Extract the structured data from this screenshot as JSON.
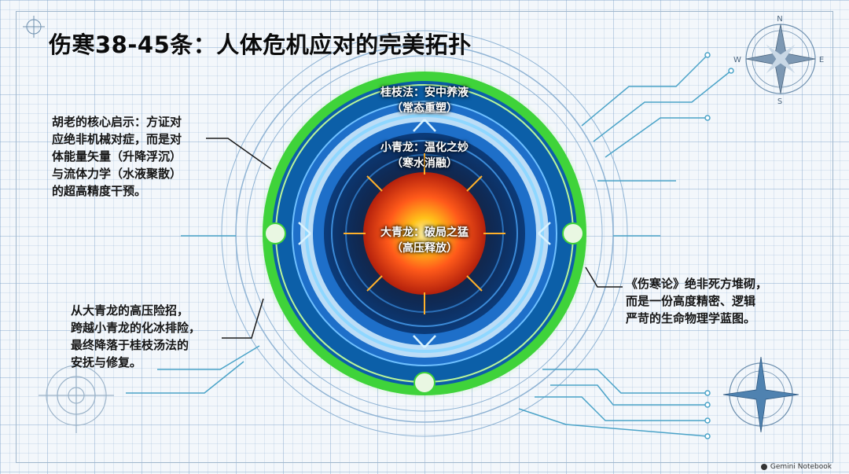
{
  "title": "伤寒38-45条：人体危机应对的完美拓扑",
  "notes": {
    "left_top": [
      "胡老的核心启示：方证对",
      "应绝非机械对症，而是对",
      "体能量矢量（升降浮沉）",
      "与流体力学（水液聚散）",
      "的超高精度干预。"
    ],
    "left_bottom": [
      "从大青龙的高压险招，",
      "跨越小青龙的化冰排险，",
      "最终降落于桂枝汤法的",
      "安抚与修复。"
    ],
    "right": [
      "《伤寒论》绝非死方堆砌，",
      "而是一份高度精密、逻辑",
      "严苛的生命物理学蓝图。"
    ]
  },
  "rings": {
    "outer": {
      "name": "桂枝法：安中养液",
      "sub": "（常态重塑）"
    },
    "middle": {
      "name": "小青龙：温化之妙",
      "sub": "（寒水消融）"
    },
    "core": {
      "name": "大青龙：破局之猛",
      "sub": "（高压释放）"
    }
  },
  "compass": {
    "n": "N",
    "e": "E",
    "s": "S",
    "w": "W"
  },
  "badge": "Gemini Notebook",
  "colors": {
    "outer_ring": "#3fd33a",
    "middle_ring": "#1e6fc9",
    "ice": "#bfe9ff",
    "core": "#ff5a1a",
    "background": "#f3f7fb"
  }
}
